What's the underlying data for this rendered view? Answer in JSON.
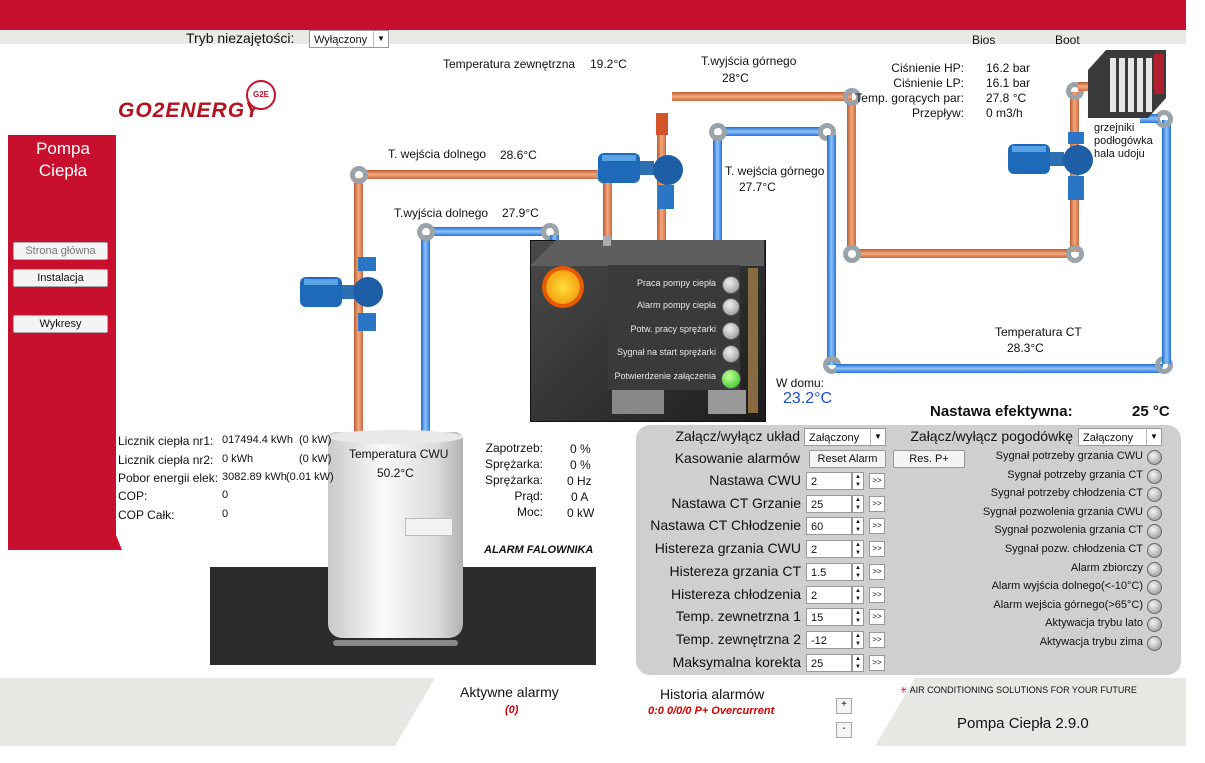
{
  "header": {
    "tryb_label": "Tryb niezajętości:",
    "tryb_value": "Wyłączony",
    "links": [
      "Bios",
      "Boot"
    ]
  },
  "logo": {
    "text": "GO2ENERGY",
    "badge": "G2E"
  },
  "sidebar": {
    "title_line1": "Pompa",
    "title_line2": "Ciepła",
    "buttons": [
      "Strona główna",
      "Instalacja",
      "Wykresy"
    ]
  },
  "temps": {
    "outdoor_label": "Temperatura zewnętrzna",
    "outdoor_value": "19.2°C",
    "upper_out_top_label": "T.wyjścia górnego",
    "upper_out_top_value": "28°C",
    "lower_in_label": "T. wejścia dolnego",
    "lower_in_value": "28.6°C",
    "lower_out_label": "T.wyjścia dolnego",
    "lower_out_value": "27.9°C",
    "upper_in_label": "T. wejścia górnego",
    "upper_in_value": "27.7°C",
    "ct_label": "Temperatura CT",
    "ct_value": "28.3°C",
    "home_label": "W domu:",
    "home_value": "23.2°C",
    "cwu_label": "Temperatura CWU",
    "cwu_value": "50.2°C"
  },
  "pressures": [
    {
      "label": "Ciśnienie HP:",
      "value": "16.2 bar"
    },
    {
      "label": "Ciśnienie LP:",
      "value": "16.1 bar"
    },
    {
      "label": "Temp. gorących par:",
      "value": "27.8 °C"
    },
    {
      "label": "Przepływ:",
      "value": "0 m3/h"
    }
  ],
  "radiator_caption": [
    "grzejniki",
    "podłogówka",
    "hala udoju"
  ],
  "heat_pump_indicators": [
    {
      "label": "Praca pompy ciepła",
      "on": false
    },
    {
      "label": "Alarm pompy ciepła",
      "on": false
    },
    {
      "label": "Potw. pracy sprężarki",
      "on": false
    },
    {
      "label": "Sygnał na start sprężarki",
      "on": false
    },
    {
      "label": "Potwierdzenie załączenia",
      "on": true
    }
  ],
  "counters": [
    {
      "label": "Licznik ciepła nr1:",
      "value": "017494.4 kWh",
      "extra": "(0 kW)"
    },
    {
      "label": "Licznik ciepła nr2:",
      "value": "0 kWh",
      "extra": "(0 kW)"
    },
    {
      "label": "Pobor energii elek:",
      "value": "3082.89 kWh",
      "extra": "(0.01 kW)"
    },
    {
      "label": "COP:",
      "value": "0",
      "extra": ""
    },
    {
      "label": "COP Całk:",
      "value": "0",
      "extra": ""
    }
  ],
  "inverter": [
    {
      "label": "Zapotrzeb:",
      "value": "0 %"
    },
    {
      "label": "Sprężarka:",
      "value": "0 %"
    },
    {
      "label": "Sprężarka:",
      "value": "0 Hz"
    },
    {
      "label": "Prąd:",
      "value": "0 A"
    },
    {
      "label": "Moc:",
      "value": "0 kW"
    }
  ],
  "alarm_inverter": "ALARM FALOWNIKA",
  "nastawa": {
    "label": "Nastawa efektywna:",
    "value": "25 °C"
  },
  "control": {
    "system_label": "Załącz/wyłącz układ",
    "system_value": "Załączony",
    "weather_label": "Załącz/wyłącz pogodówkę",
    "weather_value": "Załączony",
    "reset_label": "Kasowanie alarmów",
    "reset_button": "Reset Alarm",
    "resp_button": "Res. P+",
    "settings": [
      {
        "label": "Nastawa CWU",
        "value": "2"
      },
      {
        "label": "Nastawa CT Grzanie",
        "value": "25"
      },
      {
        "label": "Nastawa CT Chłodzenie",
        "value": "60"
      },
      {
        "label": "Histereza grzania CWU",
        "value": "2"
      },
      {
        "label": "Histereza grzania CT",
        "value": "1.5"
      },
      {
        "label": "Histereza chłodzenia",
        "value": "2"
      },
      {
        "label": "Temp. zewnetrzna 1",
        "value": "15"
      },
      {
        "label": "Temp. zewnętrzna 2",
        "value": "-12"
      },
      {
        "label": "Maksymalna korekta",
        "value": "25"
      }
    ],
    "signals": [
      "Sygnał potrzeby grzania CWU",
      "Sygnał potrzeby grzania CT",
      "Sygnał potrzeby chłodzenia CT",
      "Sygnał pozwolenia grzania CWU",
      "Sygnał pozwolenia grzania CT",
      "Sygnał pozw. chłodzenia CT",
      "Alarm zbiorczy",
      "Alarm wyjścia dolnego(<-10°C)",
      "Alarm wejścia górnego(>65°C)",
      "Aktywacja trybu lato",
      "Aktywacja trybu zima"
    ]
  },
  "footer": {
    "active_alarms_label": "Aktywne alarmy",
    "active_alarms_value": "(0)",
    "history_label": "Historia alarmów",
    "history_value": "0:0 0/0/0 P+ Overcurrent",
    "tagline": "AIR CONDITIONING SOLUTIONS FOR YOUR FUTURE",
    "version": "Pompa Ciepła 2.9.0",
    "plus": "+",
    "minus": "-"
  },
  "colors": {
    "brand_red": "#c8102e",
    "pipe_hot": "#e07a4a",
    "pipe_cold": "#3a8ae0",
    "value_blue": "#1d4fd0",
    "alarm_red": "#d40000"
  }
}
